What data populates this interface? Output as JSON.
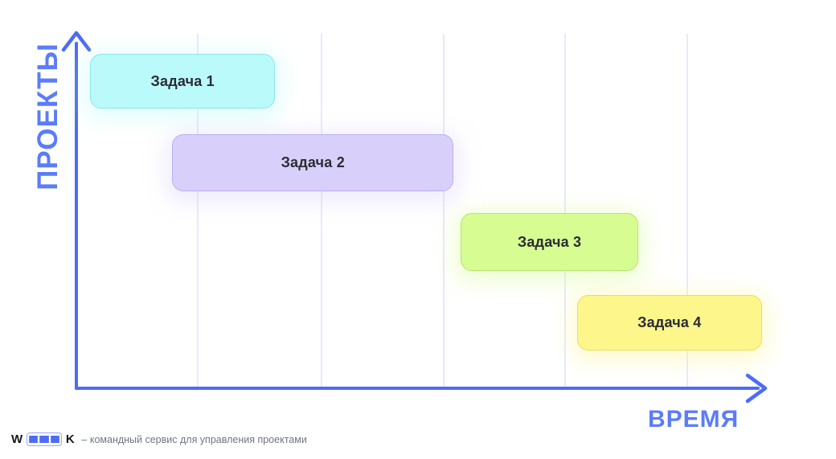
{
  "chart_data": {
    "type": "bar",
    "orientation": "horizontal",
    "title": "",
    "xlabel": "ВРЕМЯ",
    "ylabel": "ПРОЕКТЫ",
    "grid": true,
    "gridline_count": 5,
    "legend": "none",
    "categories": [
      "Задача 1",
      "Задача 2",
      "Задача 3",
      "Задача 4"
    ],
    "series": [
      {
        "name": "Задача 1",
        "label": "Задача 1",
        "start": 0.02,
        "end": 0.29,
        "row": 1,
        "color": "#BAFAFA",
        "border_color": "#8FE6E6",
        "glow_color": "#BAFAFA"
      },
      {
        "name": "Задача 2",
        "label": "Задача 2",
        "start": 0.14,
        "end": 0.55,
        "row": 2,
        "color": "#D8D0FB",
        "border_color": "#B9AEF0",
        "glow_color": "#D8D0FB"
      },
      {
        "name": "Задача 3",
        "label": "Задача 3",
        "start": 0.56,
        "end": 0.82,
        "row": 3,
        "color": "#D6FC92",
        "border_color": "#B6E669",
        "glow_color": "#D6FC92"
      },
      {
        "name": "Задача 4",
        "label": "Задача 4",
        "start": 0.73,
        "end": 1.0,
        "row": 4,
        "color": "#FCF68B",
        "border_color": "#E8DE63",
        "glow_color": "#FCF68B"
      }
    ],
    "axis_color": "#4d6cf5",
    "axis_label_color": "#5b7cfa",
    "gridline_color": "#e7e9fb"
  },
  "axes": {
    "y_title": "ПРОЕКТЫ",
    "x_title": "ВРЕМЯ",
    "y_arrow_icon": "arrow-up-icon",
    "x_arrow_icon": "arrow-right-icon"
  },
  "tasks": [
    {
      "label": "Задача 1"
    },
    {
      "label": "Задача 2"
    },
    {
      "label": "Задача 3"
    },
    {
      "label": "Задача 4"
    }
  ],
  "footer": {
    "logo_first_letter": "W",
    "logo_last_letter": "K",
    "logo_name": "WEEEK",
    "tagline": "– командный сервис для управления проектами"
  }
}
